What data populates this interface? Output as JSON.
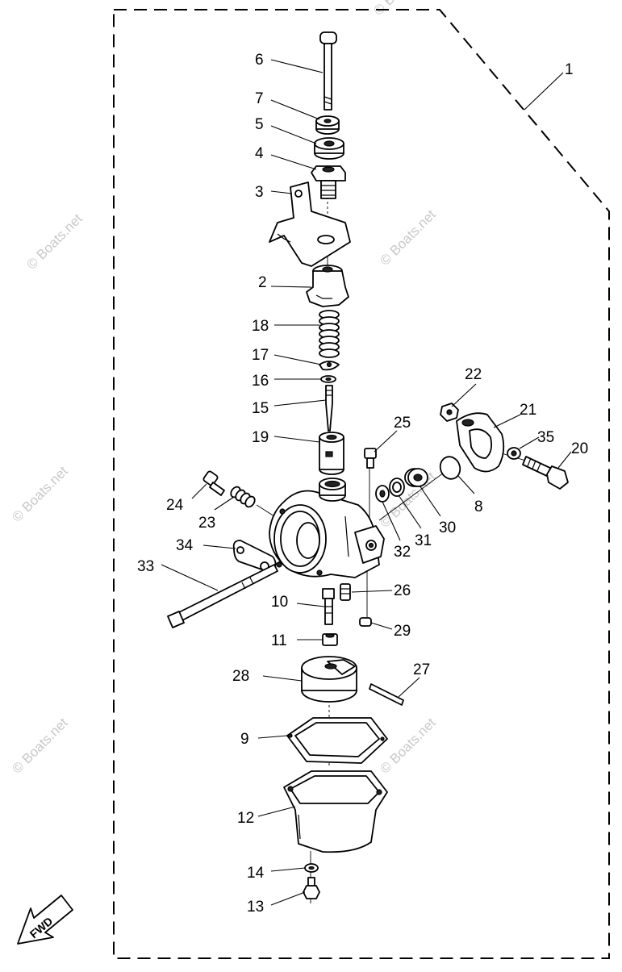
{
  "watermarks": [
    "© Boats.net",
    "© Boats.net",
    "© Boats.net",
    "© Boats.net",
    "© Boats.net",
    "© Boats.net",
    "© Boats.net"
  ],
  "fwd_label": "FWD",
  "callouts": {
    "c1": "1",
    "c2": "2",
    "c3": "3",
    "c4": "4",
    "c5": "5",
    "c6": "6",
    "c7": "7",
    "c8": "8",
    "c9": "9",
    "c10": "10",
    "c11": "11",
    "c12": "12",
    "c13": "13",
    "c14": "14",
    "c15": "15",
    "c16": "16",
    "c17": "17",
    "c18": "18",
    "c19": "19",
    "c20": "20",
    "c21": "21",
    "c22": "22",
    "c23": "23",
    "c24": "24",
    "c25": "25",
    "c26": "26",
    "c27": "27",
    "c28": "28",
    "c29": "29",
    "c30": "30",
    "c31": "31",
    "c32": "32",
    "c33": "33",
    "c34": "34",
    "c35": "35"
  }
}
